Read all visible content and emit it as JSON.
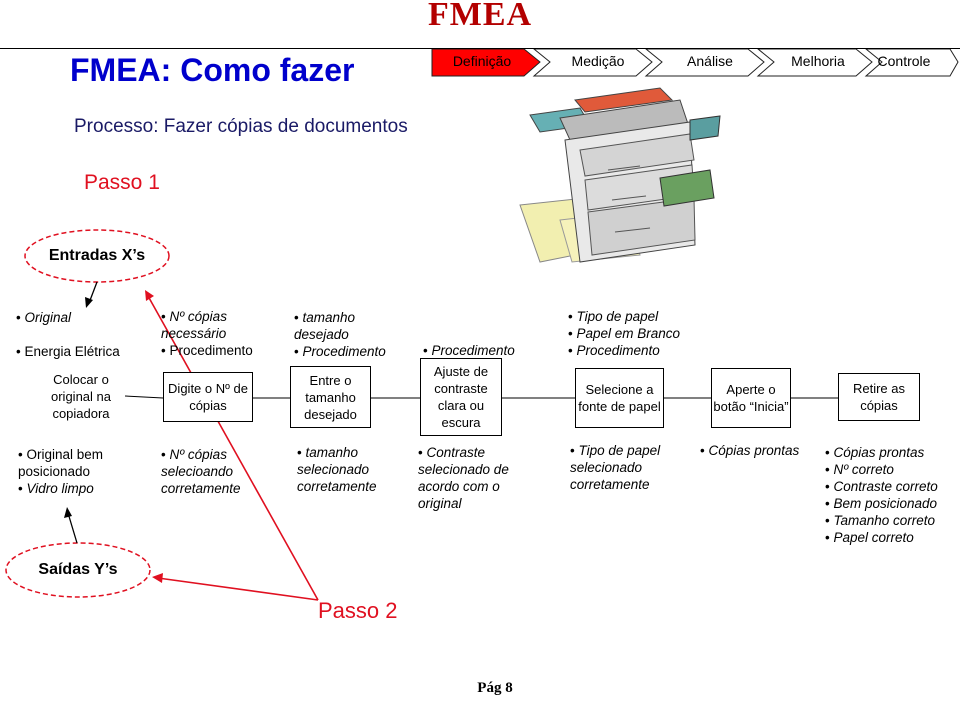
{
  "brand": "FMEA",
  "title": "FMEA: Como fazer",
  "nav": [
    "Definição",
    "Medição",
    "Análise",
    "Melhoria",
    "Controle"
  ],
  "process": "Processo: Fazer cópias de documentos",
  "passo1": "Passo 1",
  "entradas": "Entradas X’s",
  "saidas": "Saídas Y’s",
  "passo2": "Passo 2",
  "page": "Pág 8",
  "inputs": [
    [
      "Original",
      "Energia Elétrica"
    ],
    [
      "Nº cópias necessário",
      "Procedimento"
    ],
    [
      "tamanho desejado",
      "Procedimento"
    ],
    [
      "Procedimento"
    ],
    [
      "Tipo de papel",
      "Papel em Branco",
      "Procedimento"
    ]
  ],
  "steps": [
    "Colocar o original na copiadora",
    "Digite o Nº de cópias",
    "Entre o tamanho desejado",
    "Ajuste de contraste clara ou escura",
    "Selecione a fonte de papel",
    "Aperte o botão “Inicia”",
    "Retire as cópias"
  ],
  "outputs": [
    [
      "Original bem posicionado",
      "Vidro limpo"
    ],
    [
      "Nº cópias selecioando corretamente"
    ],
    [
      "tamanho selecionado corretamente"
    ],
    [
      "Contraste selecionado de acordo com o original"
    ],
    [
      "Tipo de papel selecionado corretamente"
    ],
    [
      "Cópias prontas"
    ],
    [
      "Cópias prontas",
      "Nº correto",
      "Contraste correto",
      "Bem posicionado",
      "Tamanho correto",
      "Papel correto"
    ]
  ],
  "colors": {
    "accent": "#e01020",
    "title": "#0000cc",
    "nav_active": "#ff0000"
  }
}
